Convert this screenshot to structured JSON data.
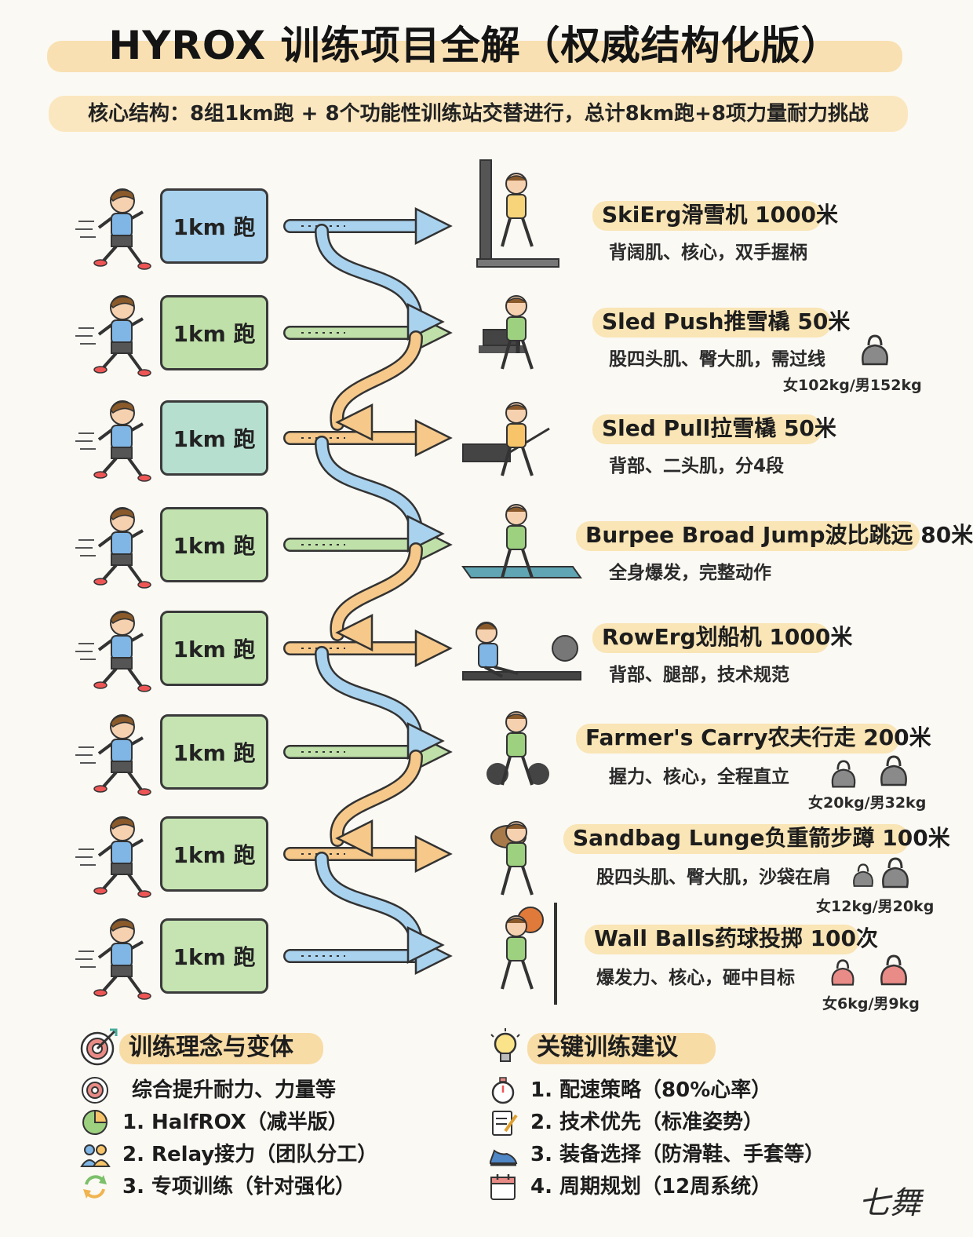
{
  "title": "HYROX 训练项目全解（权威结构化版）",
  "subtitle": "核心结构：8组1km跑 + 8个功能性训练站交替进行，总计8km跑+8项力量耐力挑战",
  "run_label": "1km 跑",
  "runs": [
    {
      "label": "1km 跑",
      "color": "#a9d2ee",
      "arrow": "#a9d2ee"
    },
    {
      "label": "1km 跑",
      "color": "#bfe0a8",
      "arrow": "#bfe0a8"
    },
    {
      "label": "1km 跑",
      "color": "#b7dfd0",
      "arrow": "#f6c98a"
    },
    {
      "label": "1km 跑",
      "color": "#c2e3b0",
      "arrow": "#bfe0a8"
    },
    {
      "label": "1km 跑",
      "color": "#c2e3b0",
      "arrow": "#f6c98a"
    },
    {
      "label": "1km 跑",
      "color": "#c6e4b2",
      "arrow": "#bfe0a8"
    },
    {
      "label": "1km 跑",
      "color": "#c6e4b2",
      "arrow": "#f6c98a"
    },
    {
      "label": "1km 跑",
      "color": "#c6e4b2",
      "arrow": "#a9d2ee"
    }
  ],
  "stations": [
    {
      "name": "SkiErg滑雪机 1000米",
      "desc": "背阔肌、核心，双手握柄",
      "weight": "",
      "icon": "skierg-icon"
    },
    {
      "name": "Sled Push推雪橇 50米",
      "desc": "股四头肌、臀大肌，需过线",
      "weight": "女102kg/男152kg",
      "icon": "sled-push-icon"
    },
    {
      "name": "Sled Pull拉雪橇 50米",
      "desc": "背部、二头肌，分4段",
      "weight": "",
      "icon": "sled-pull-icon"
    },
    {
      "name": "Burpee Broad Jump波比跳远 80米",
      "desc": "全身爆发，完整动作",
      "weight": "",
      "icon": "burpee-icon"
    },
    {
      "name": "RowErg划船机 1000米",
      "desc": "背部、腿部，技术规范",
      "weight": "",
      "icon": "rower-icon"
    },
    {
      "name": "Farmer's Carry农夫行走 200米",
      "desc": "握力、核心，全程直立",
      "weight": "女20kg/男32kg",
      "icon": "farmer-carry-icon"
    },
    {
      "name": "Sandbag Lunge负重箭步蹲 100米",
      "desc": "股四头肌、臀大肌，沙袋在肩",
      "weight": "女12kg/男20kg",
      "icon": "sandbag-lunge-icon"
    },
    {
      "name": "Wall Balls药球投掷 100次",
      "desc": "爆发力、核心，砸中目标",
      "weight": "女6kg/男9kg",
      "icon": "wall-ball-icon"
    }
  ],
  "concepts": {
    "heading": "训练理念与变体",
    "items": [
      {
        "text": "综合提升耐力、力量等",
        "icon": "target-icon"
      },
      {
        "text": "1. HalfROX（减半版）",
        "icon": "pie-chart-icon"
      },
      {
        "text": "2. Relay接力（团队分工）",
        "icon": "team-icon"
      },
      {
        "text": "3. 专项训练（针对强化）",
        "icon": "cycle-icon"
      }
    ]
  },
  "advice": {
    "heading": "关键训练建议",
    "items": [
      {
        "text": "1. 配速策略（80%心率）",
        "icon": "stopwatch-icon"
      },
      {
        "text": "2. 技术优先（标准姿势）",
        "icon": "notepad-icon"
      },
      {
        "text": "3. 装备选择（防滑鞋、手套等）",
        "icon": "shoe-icon"
      },
      {
        "text": "4. 周期规划（12周系统）",
        "icon": "calendar-icon"
      }
    ]
  },
  "signature": "七舞",
  "colors": {
    "highlight": "#f8dca6",
    "blue": "#a9d2ee",
    "green": "#bfe0a8",
    "orange": "#f6c98a",
    "weight_gray": "#8a8a8a",
    "weight_red": "#e98b86"
  }
}
